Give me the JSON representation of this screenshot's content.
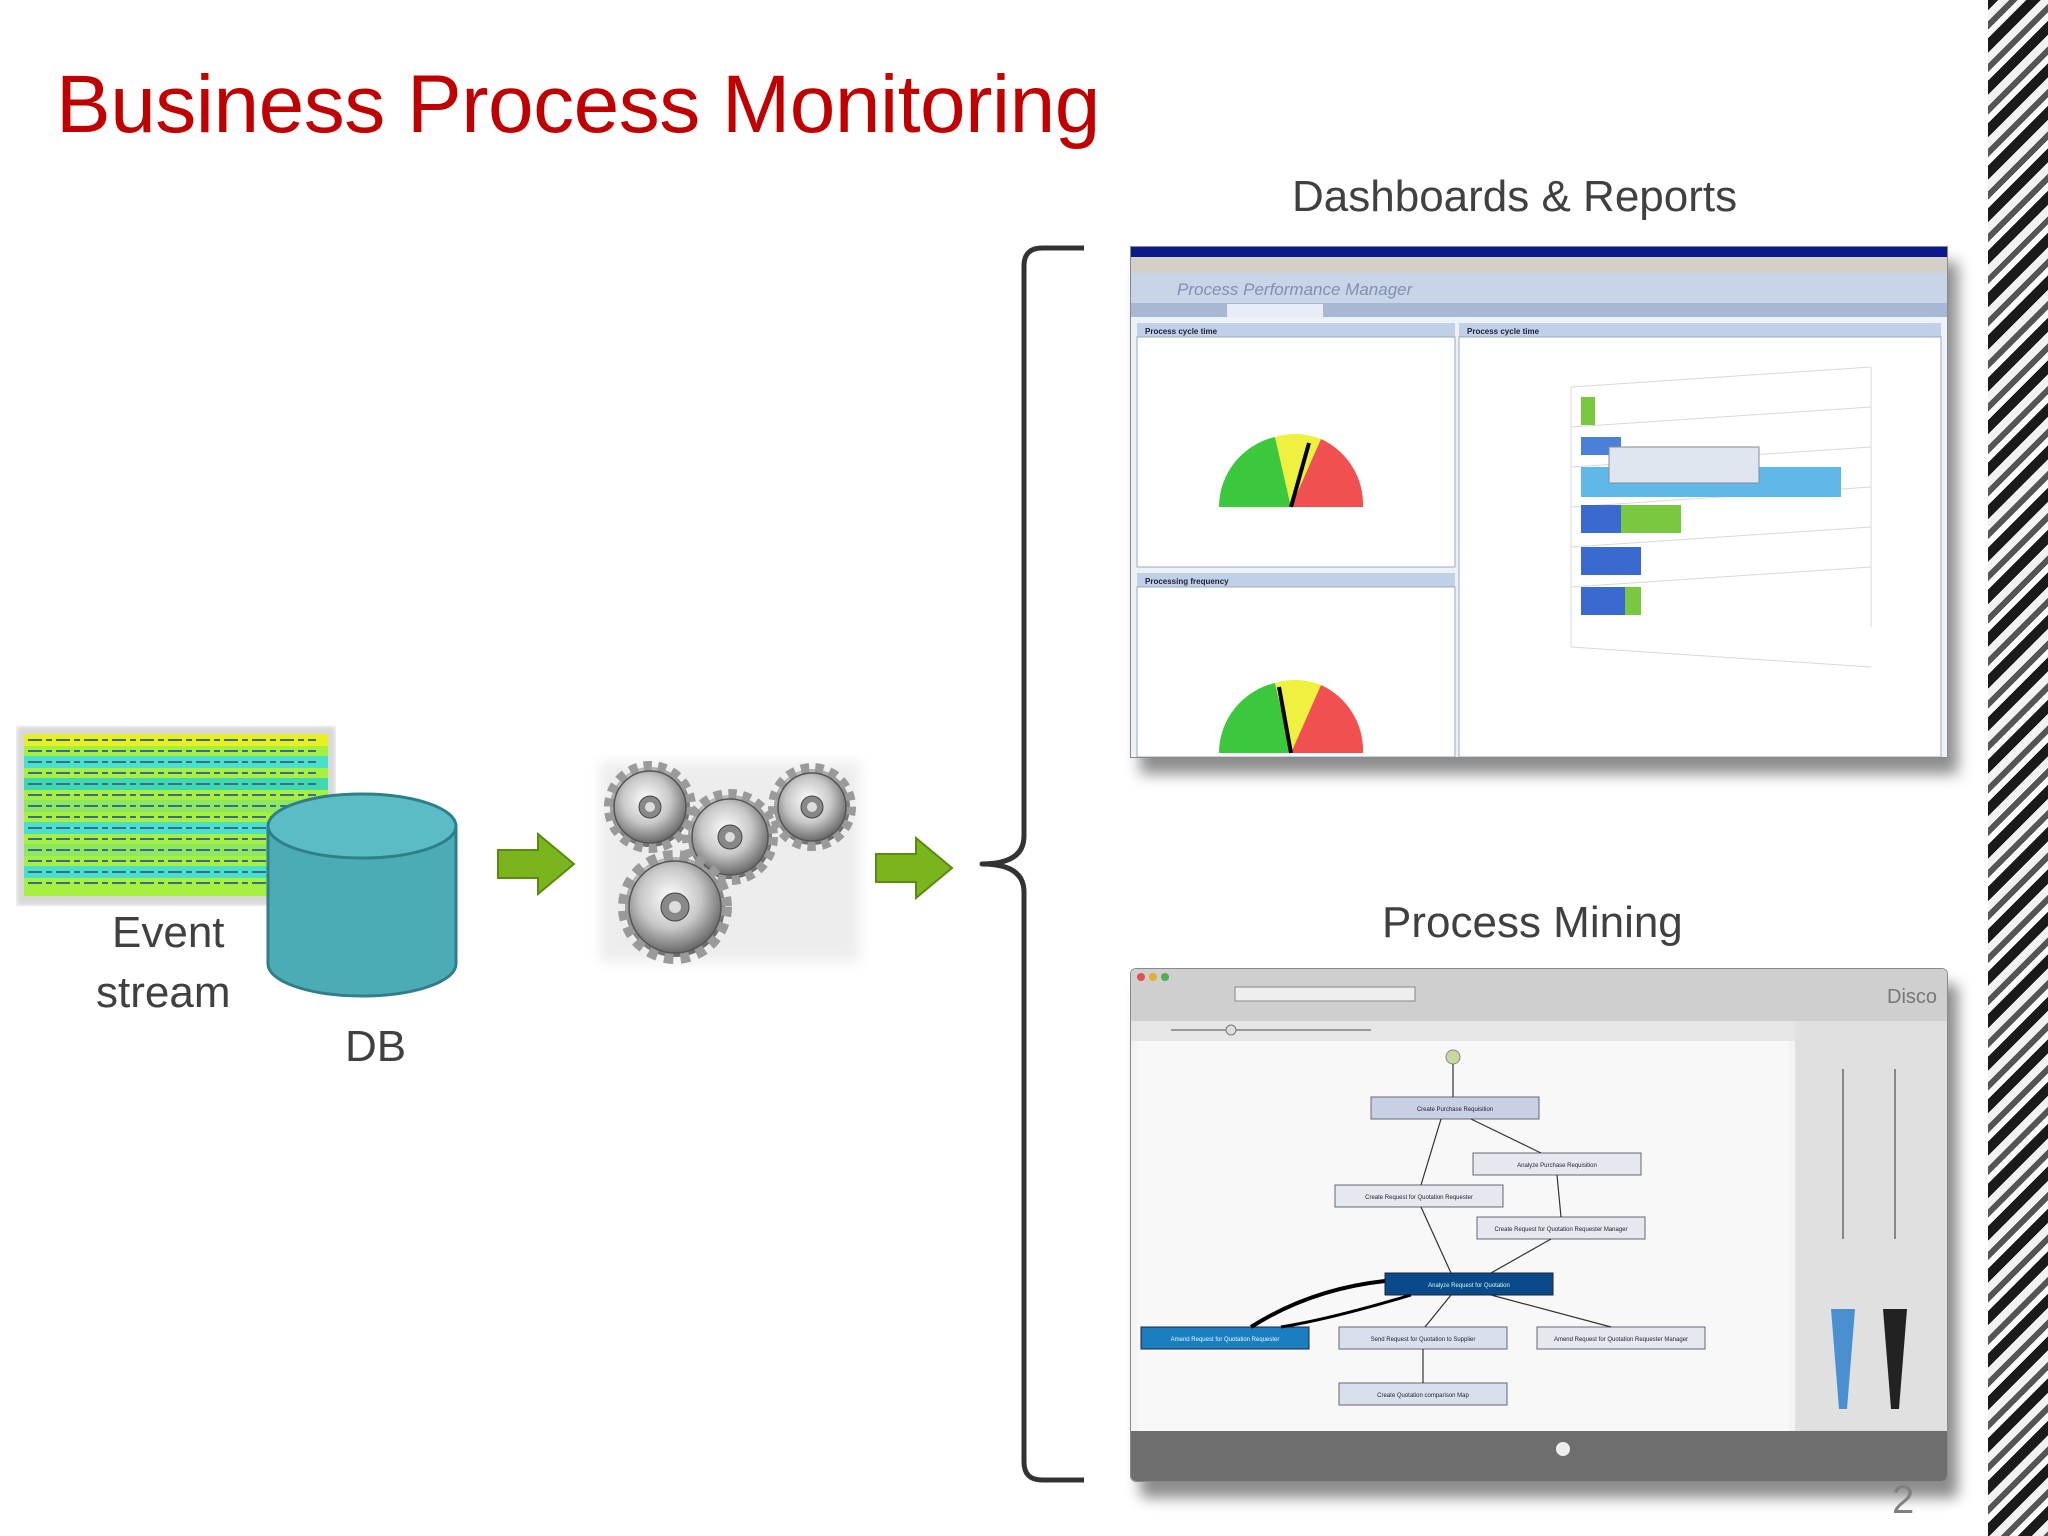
{
  "slide": {
    "title": "Business Process Monitoring",
    "page_number": "2"
  },
  "labels": {
    "event_stream_line1": "Event",
    "event_stream_line2": "stream",
    "db": "DB",
    "dashboards": "Dashboards & Reports",
    "process_mining": "Process Mining"
  },
  "dashboard_window": {
    "product_name": "Process Performance Manager",
    "panels": [
      "Process cycle time",
      "Processing frequency",
      "Process cycle time"
    ]
  },
  "mining_window": {
    "app_name": "Disco",
    "activities": [
      "Create Purchase Requisition",
      "Analyze Purchase Requisition",
      "Create Request for Quotation Requester",
      "Create Request for Quotation Requester Manager",
      "Analyze Request for Quotation",
      "Amend Request for Quotation Requester",
      "Send Request for Quotation to Supplier",
      "Amend Request for Quotation Requester Manager",
      "Create Quotation comparison Map"
    ]
  },
  "colors": {
    "title": "#c00000",
    "db": "#4bacb6",
    "arrow": "#7ab51d",
    "text": "#404040"
  }
}
